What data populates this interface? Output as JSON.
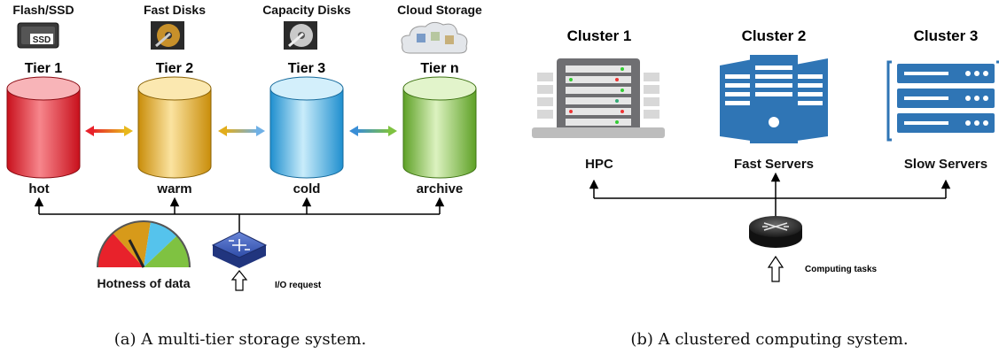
{
  "panel_a": {
    "tiers": [
      {
        "media": "Flash/SSD",
        "tier": "Tier 1",
        "temp": "hot",
        "ssd_text": "SSD",
        "color": "#e8222b",
        "light": "#f7a3a6"
      },
      {
        "media": "Fast Disks",
        "tier": "Tier 2",
        "temp": "warm",
        "color": "#e2ad1c",
        "light": "#f7dd8c"
      },
      {
        "media": "Capacity Disks",
        "tier": "Tier 3",
        "temp": "cold",
        "color": "#3ab3e6",
        "light": "#b5e4f7"
      },
      {
        "media": "Cloud Storage",
        "tier": "Tier n",
        "temp": "archive",
        "color": "#7fc241",
        "light": "#cfeaa8"
      }
    ],
    "gauge_label": "Hotness of data",
    "io_label": "I/O request",
    "caption": "(a) A multi-tier storage system."
  },
  "panel_b": {
    "clusters": [
      {
        "name": "Cluster 1",
        "label": "HPC"
      },
      {
        "name": "Cluster 2",
        "label": "Fast Servers"
      },
      {
        "name": "Cluster 3",
        "label": "Slow Servers"
      }
    ],
    "tasks_label": "Computing tasks",
    "caption": "(b) A clustered computing system."
  }
}
